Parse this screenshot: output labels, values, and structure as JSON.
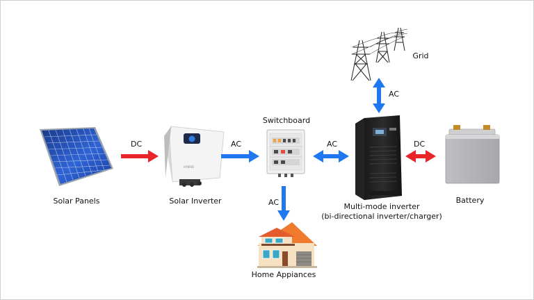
{
  "components": {
    "solar_panels": "Solar Panels",
    "solar_inverter": "Solar Inverter",
    "switchboard": "Switchboard",
    "multi_mode_inverter": "Multi-mode inverter",
    "multi_mode_inverter_sub": "(bi-directional inverter/charger)",
    "battery": "Battery",
    "grid": "Grid",
    "home_appliances": "Home Appiances",
    "inverter_brand": "HYBRID"
  },
  "flows": {
    "panels_to_inverter": "DC",
    "inverter_to_switchboard": "AC",
    "switchboard_to_multimode": "AC",
    "multimode_to_battery": "DC",
    "grid_to_multimode": "AC",
    "switchboard_to_home": "AC"
  },
  "colors": {
    "dc_arrow": "#e8262a",
    "ac_arrow": "#1f78f0",
    "background": "#ffffff"
  },
  "icons": [
    "solar-panel-icon",
    "solar-inverter-icon",
    "switchboard-icon",
    "multi-mode-inverter-icon",
    "battery-icon",
    "power-grid-icon",
    "house-icon"
  ]
}
